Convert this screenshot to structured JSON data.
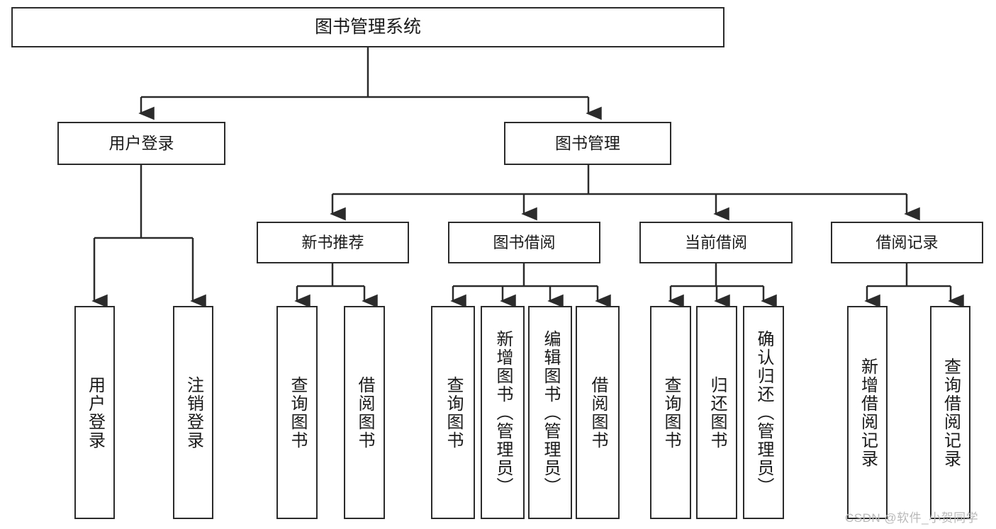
{
  "diagram": {
    "title": "图书管理系统",
    "type": "tree-hierarchy-chart",
    "watermark": "CSDN @软件_小贺同学",
    "colors": {
      "stroke": "#2b2b2b",
      "fill": "#ffffff",
      "text": "#1a1a1a",
      "watermark": "#b9b9b9"
    },
    "nodes": {
      "root": {
        "label": "图书管理系统"
      },
      "user_login": {
        "label": "用户登录"
      },
      "book_manage": {
        "label": "图书管理"
      },
      "new_book_rec": {
        "label": "新书推荐"
      },
      "book_borrow": {
        "label": "图书借阅"
      },
      "current_borrow": {
        "label": "当前借阅"
      },
      "borrow_record": {
        "label": "借阅记录"
      },
      "leaf_user_login": {
        "label": "用户登录"
      },
      "leaf_logout": {
        "label": "注销登录"
      },
      "leaf_query_book_1": {
        "label": "查询图书"
      },
      "leaf_borrow_book_1": {
        "label": "借阅图书"
      },
      "leaf_query_book_2": {
        "label": "查询图书"
      },
      "leaf_add_book": {
        "label": "新增图书（管理员）"
      },
      "leaf_edit_book": {
        "label": "编辑图书（管理员）"
      },
      "leaf_borrow_book_2": {
        "label": "借阅图书"
      },
      "leaf_query_book_3": {
        "label": "查询图书"
      },
      "leaf_return_book": {
        "label": "归还图书"
      },
      "leaf_confirm_return": {
        "label": "确认归还（管理员）"
      },
      "leaf_add_record": {
        "label": "新增借阅记录"
      },
      "leaf_query_record": {
        "label": "查询借阅记录"
      }
    }
  }
}
